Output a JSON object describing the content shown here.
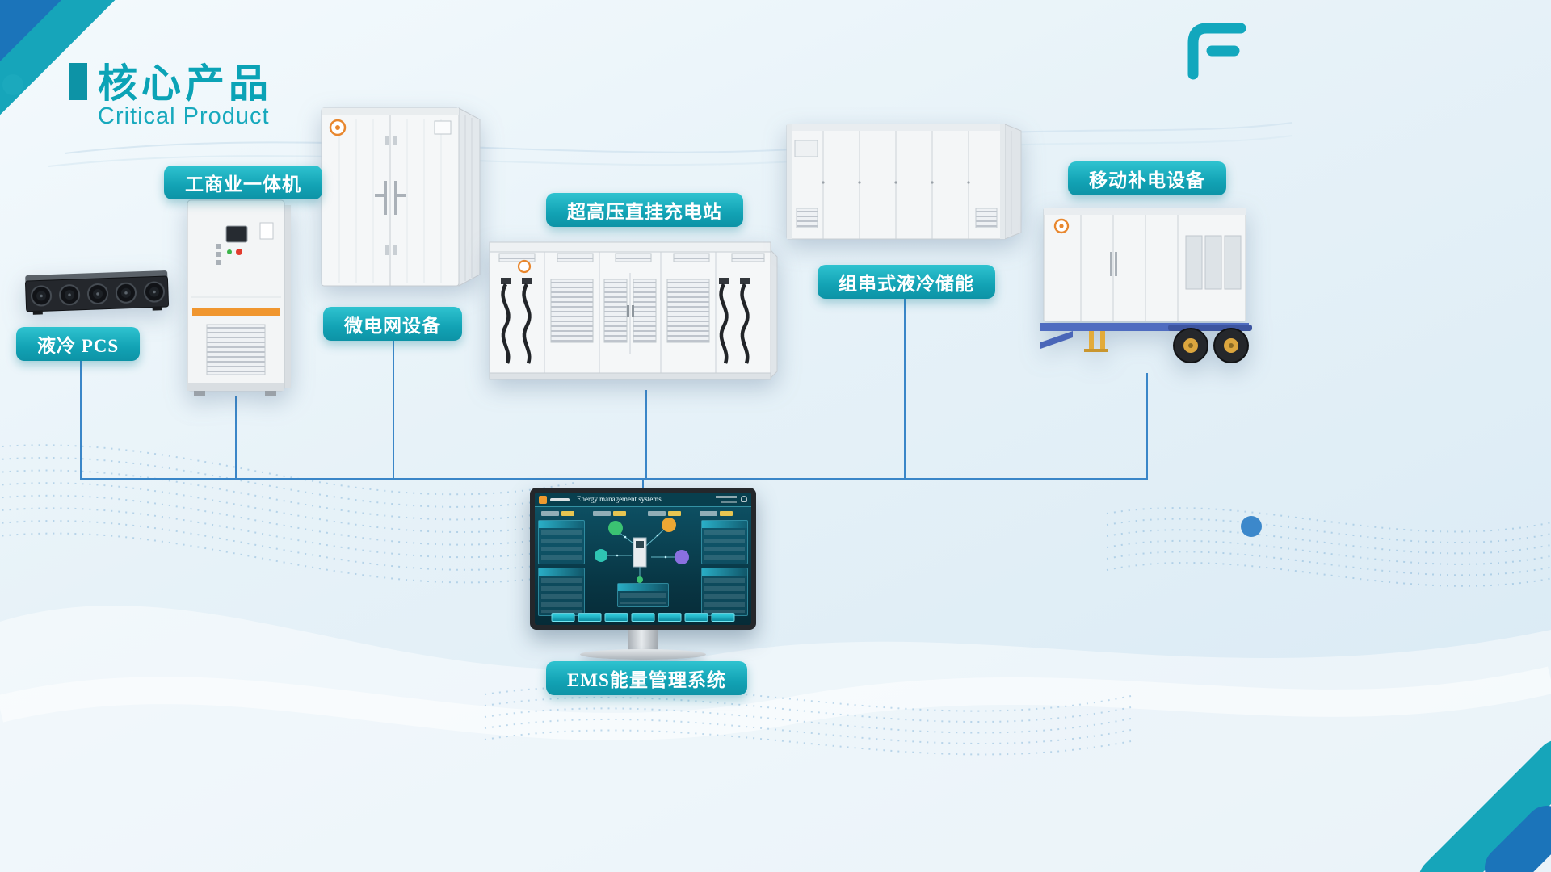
{
  "header": {
    "title_cn": "核心产品",
    "subtitle_en": "Critical Product"
  },
  "products": [
    {
      "label": "液冷 PCS"
    },
    {
      "label": "工商业一体机"
    },
    {
      "label": "微电网设备"
    },
    {
      "label": "超高压直挂充电站"
    },
    {
      "label": "组串式液冷储能"
    },
    {
      "label": "移动补电设备"
    }
  ],
  "ems": {
    "label": "EMS能量管理系统",
    "screen_title": "Energy management systems"
  },
  "colors": {
    "accent_teal": "#0fa8b8",
    "pill_teal": "#12a2b4",
    "connector_blue": "#3a86c8",
    "corner_blue": "#1b74ba",
    "highlight_orange": "#f0962f"
  }
}
